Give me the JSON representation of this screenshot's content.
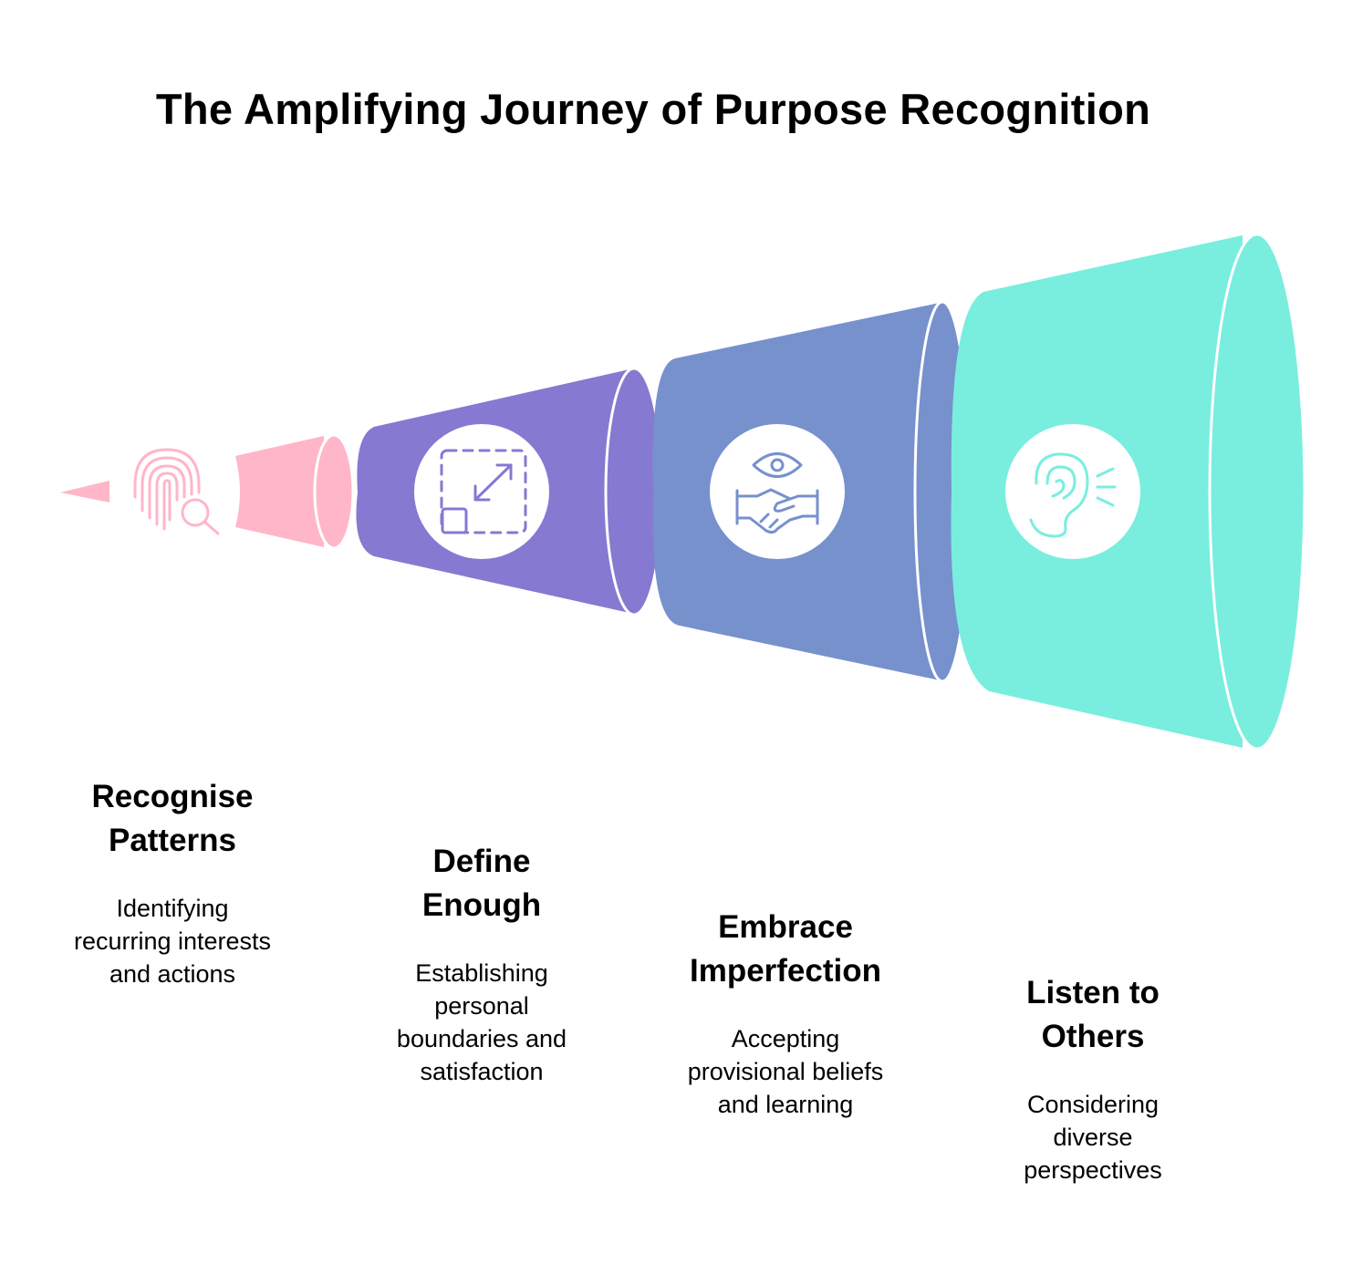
{
  "title": "The Amplifying Journey of Purpose Recognition",
  "colors": {
    "step1": "#FFB6C8",
    "step2": "#8679D1",
    "step3": "#7791CD",
    "step4": "#79EEDE"
  },
  "steps": [
    {
      "heading": [
        "Recognise",
        "Patterns"
      ],
      "description": [
        "Identifying",
        "recurring interests",
        "and actions"
      ],
      "icon": "fingerprint-search-icon"
    },
    {
      "heading": [
        "Define",
        "Enough"
      ],
      "description": [
        "Establishing",
        "personal",
        "boundaries and",
        "satisfaction"
      ],
      "icon": "resize-expand-icon"
    },
    {
      "heading": [
        "Embrace",
        "Imperfection"
      ],
      "description": [
        "Accepting",
        "provisional beliefs",
        "and learning"
      ],
      "icon": "eye-handshake-icon"
    },
    {
      "heading": [
        "Listen to",
        "Others"
      ],
      "description": [
        "Considering",
        "diverse",
        "perspectives"
      ],
      "icon": "ear-listening-icon"
    }
  ]
}
